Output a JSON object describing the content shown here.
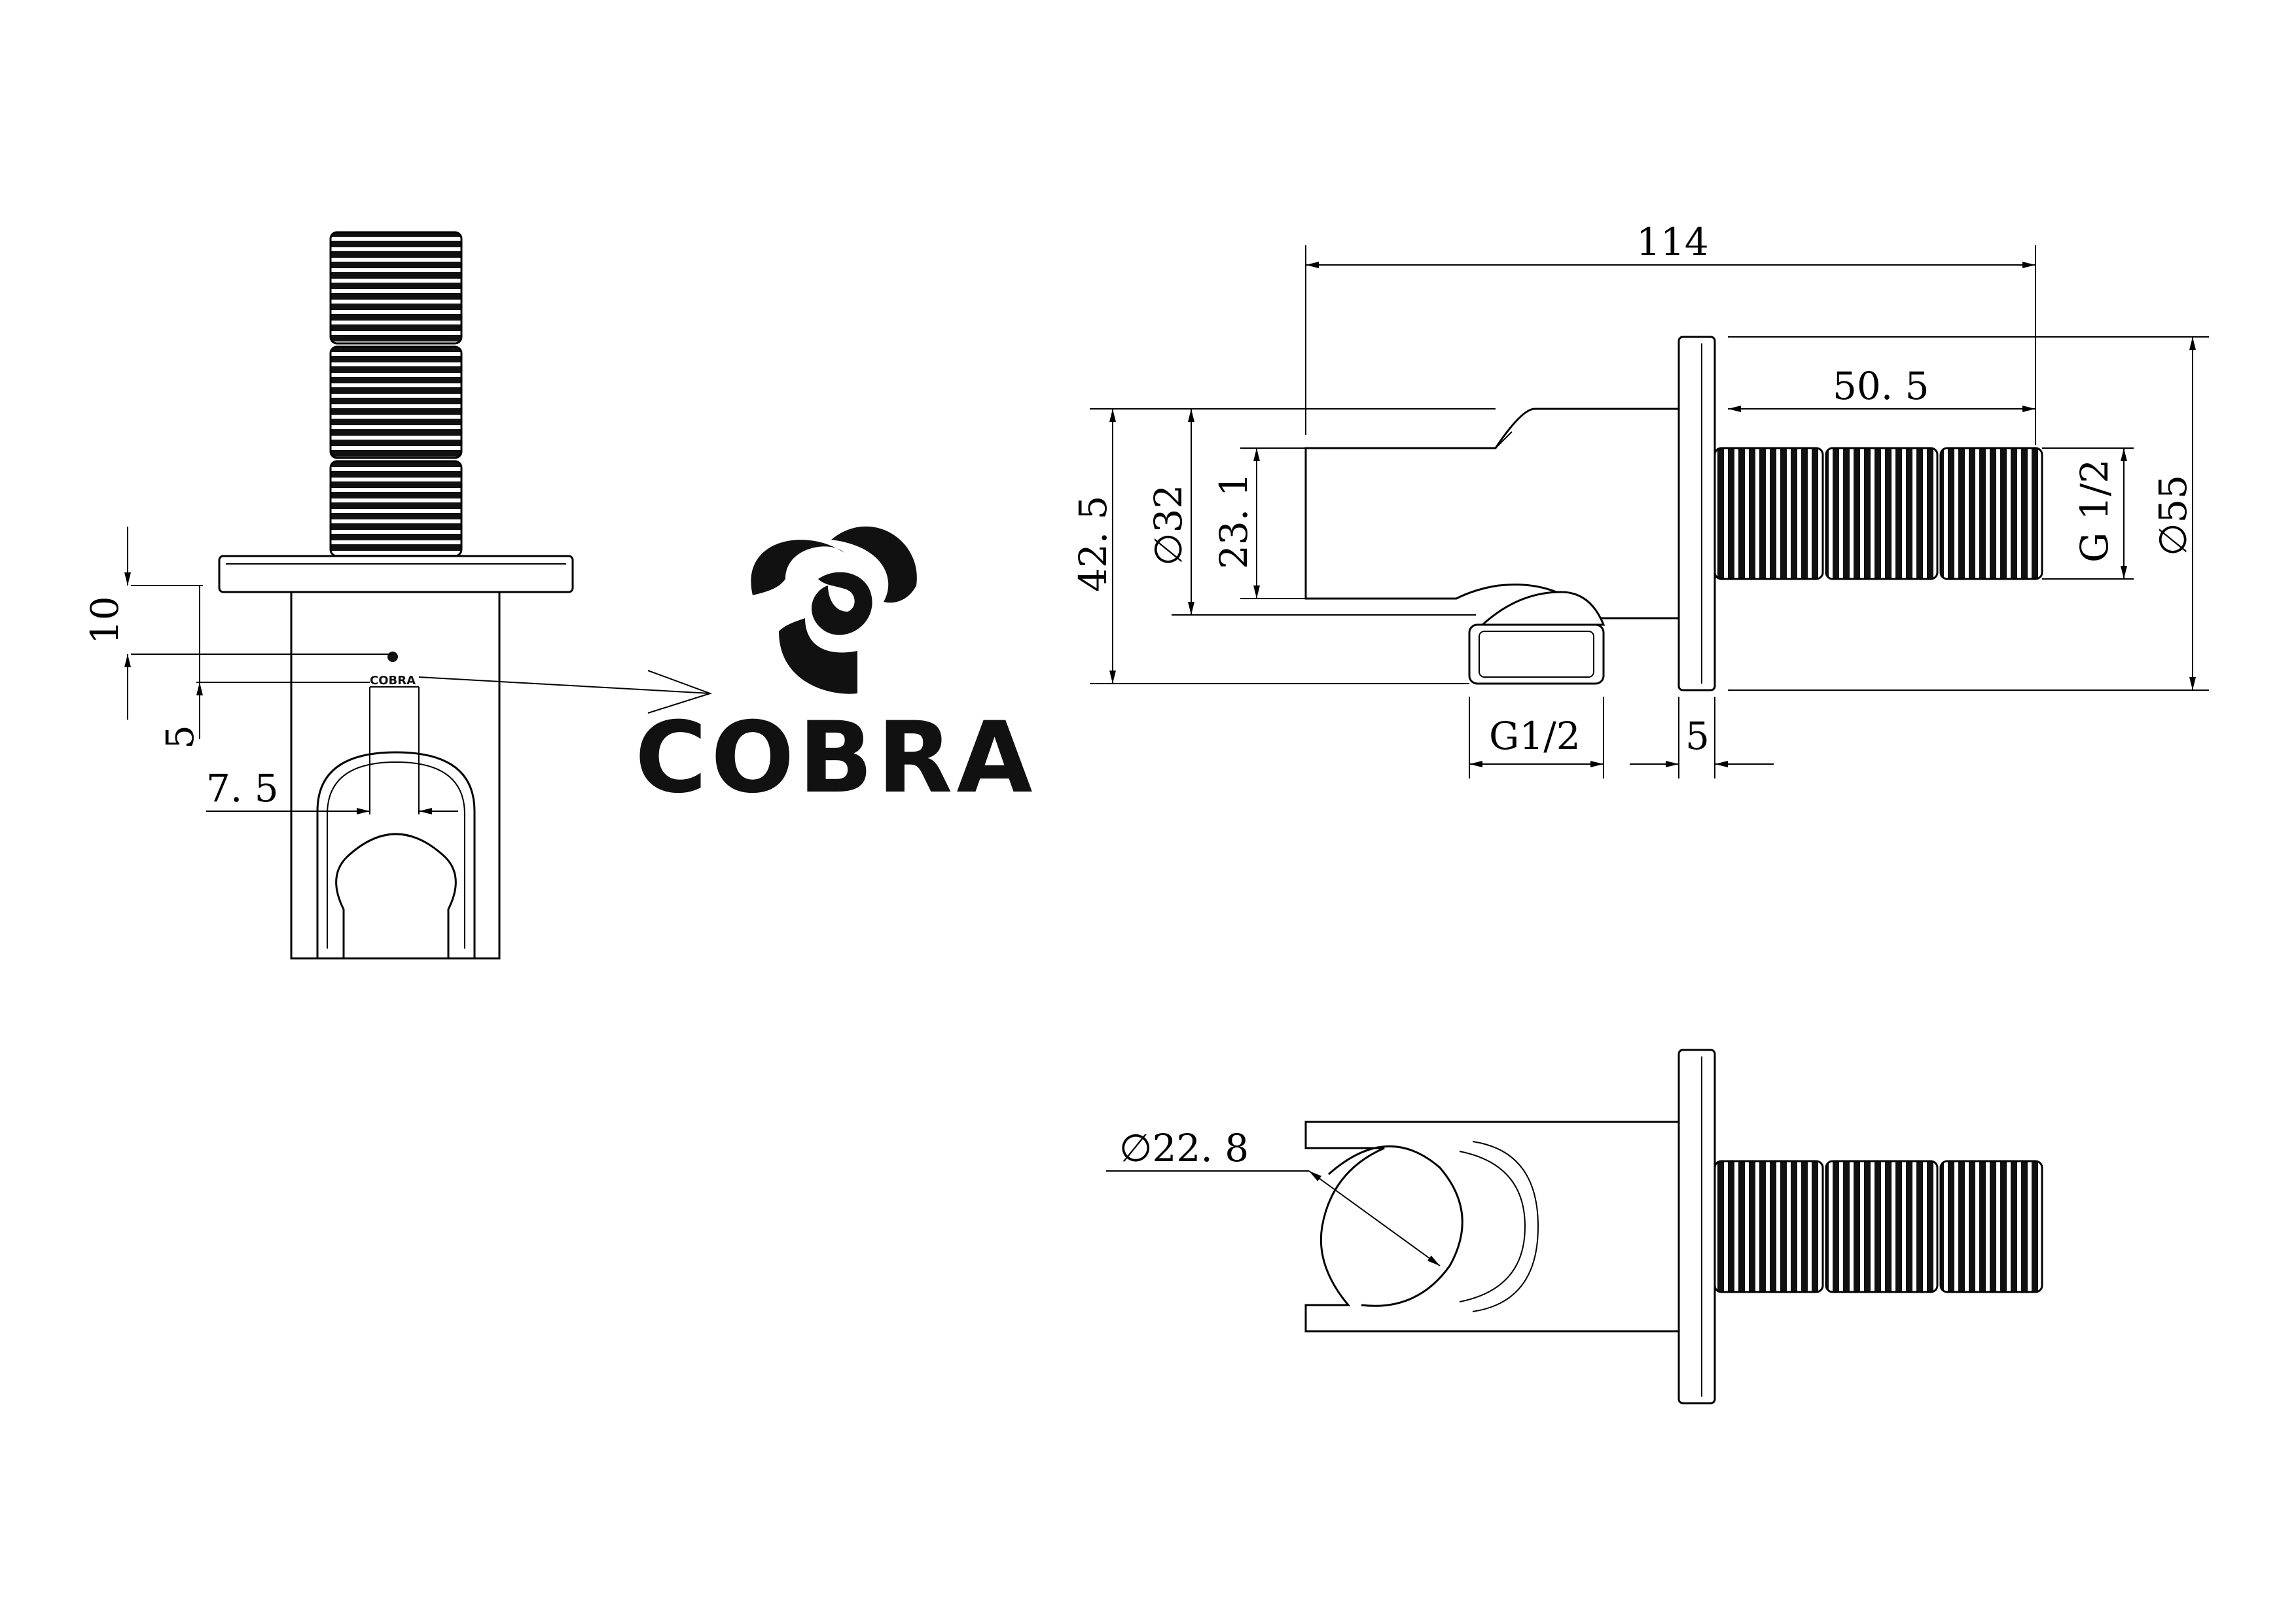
{
  "brand": {
    "name": "COBRA"
  },
  "dimensions": {
    "front_top": "10",
    "front_bottom": "5",
    "front_width": "7. 5",
    "overall_length": "114",
    "thread_length": "50. 5",
    "height_total": "42. 5",
    "diameter_body": "∅32",
    "holder_height": "23. 1",
    "thread_size": "G 1/2",
    "flange_diameter": "∅55",
    "outlet_thread": "G1/2",
    "flange_thickness": "5",
    "hook_diameter": "∅22. 8"
  },
  "colors": {
    "line": "#000000",
    "background": "#ffffff"
  }
}
